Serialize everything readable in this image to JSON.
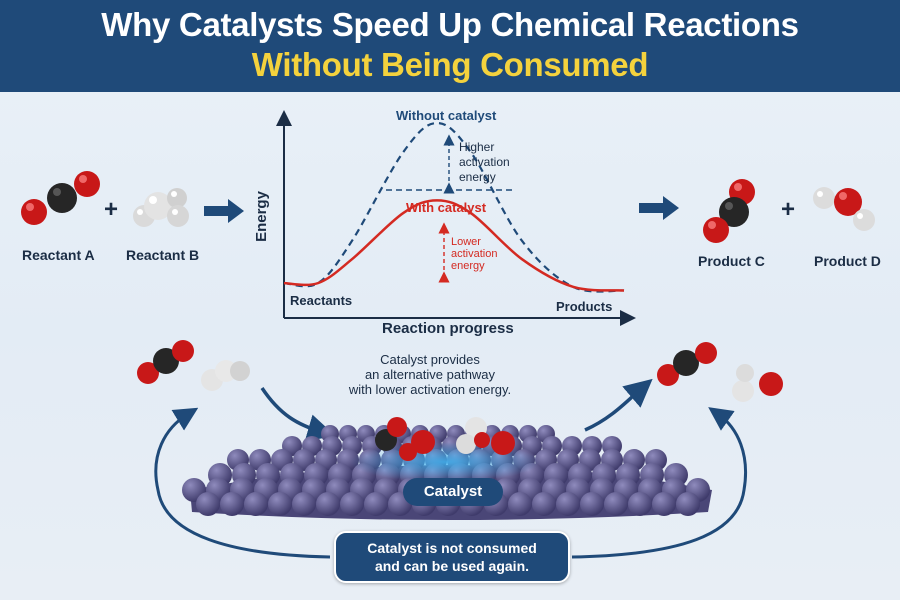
{
  "title": {
    "line1": "Why Catalysts Speed Up Chemical Reactions",
    "line2": "Without Being Consumed"
  },
  "reactants": [
    {
      "label": "Reactant A",
      "molecule": "CO2"
    },
    {
      "label": "Reactant B",
      "molecule": "H2O"
    }
  ],
  "products": [
    {
      "label": "Product C",
      "molecule": "CO2"
    },
    {
      "label": "Product D",
      "molecule": "H2O"
    }
  ],
  "plus_sign": "+",
  "energy_diagram": {
    "ylabel": "Energy",
    "xlabel": "Reaction progress",
    "start_label": "Reactants",
    "end_label": "Products",
    "uncatalyzed": {
      "label": "Without catalyst",
      "annotation": "Higher\nactivation\nenergy",
      "color": "#1f4a79",
      "style": "dashed"
    },
    "catalyzed": {
      "label": "With catalyst",
      "annotation": "Lower\nactivation\nenergy",
      "color": "#d42a22",
      "style": "solid"
    }
  },
  "chart_data": {
    "type": "line",
    "title": "",
    "xlabel": "Reaction progress",
    "ylabel": "Energy",
    "grid": false,
    "series": [
      {
        "name": "Without catalyst",
        "points": [
          [
            0,
            0.07
          ],
          [
            0.1,
            0.07
          ],
          [
            0.2,
            0.3
          ],
          [
            0.35,
            0.78
          ],
          [
            0.45,
            0.94
          ],
          [
            0.55,
            0.78
          ],
          [
            0.7,
            0.3
          ],
          [
            0.85,
            0.05
          ],
          [
            1,
            0.03
          ]
        ]
      },
      {
        "name": "With catalyst",
        "points": [
          [
            0,
            0.07
          ],
          [
            0.1,
            0.07
          ],
          [
            0.2,
            0.2
          ],
          [
            0.35,
            0.45
          ],
          [
            0.45,
            0.52
          ],
          [
            0.55,
            0.45
          ],
          [
            0.7,
            0.2
          ],
          [
            0.85,
            0.05
          ],
          [
            1,
            0.03
          ]
        ]
      }
    ]
  },
  "mechanism": {
    "note": "Catalyst provides\nan alternative pathway\nwith lower activation energy.",
    "catalyst_label": "Catalyst",
    "reuse_note_line1": "Catalyst is not consumed",
    "reuse_note_line2": "and can be used again."
  },
  "colors": {
    "banner": "#1f4a79",
    "title_white": "#ffffff",
    "title_yellow": "#f4d23d",
    "carbon": "#2b2b2b",
    "oxygen": "#d91c1c",
    "hydrogen": "#e8e8e8",
    "catalyst_surface": "#5e5a8c"
  }
}
